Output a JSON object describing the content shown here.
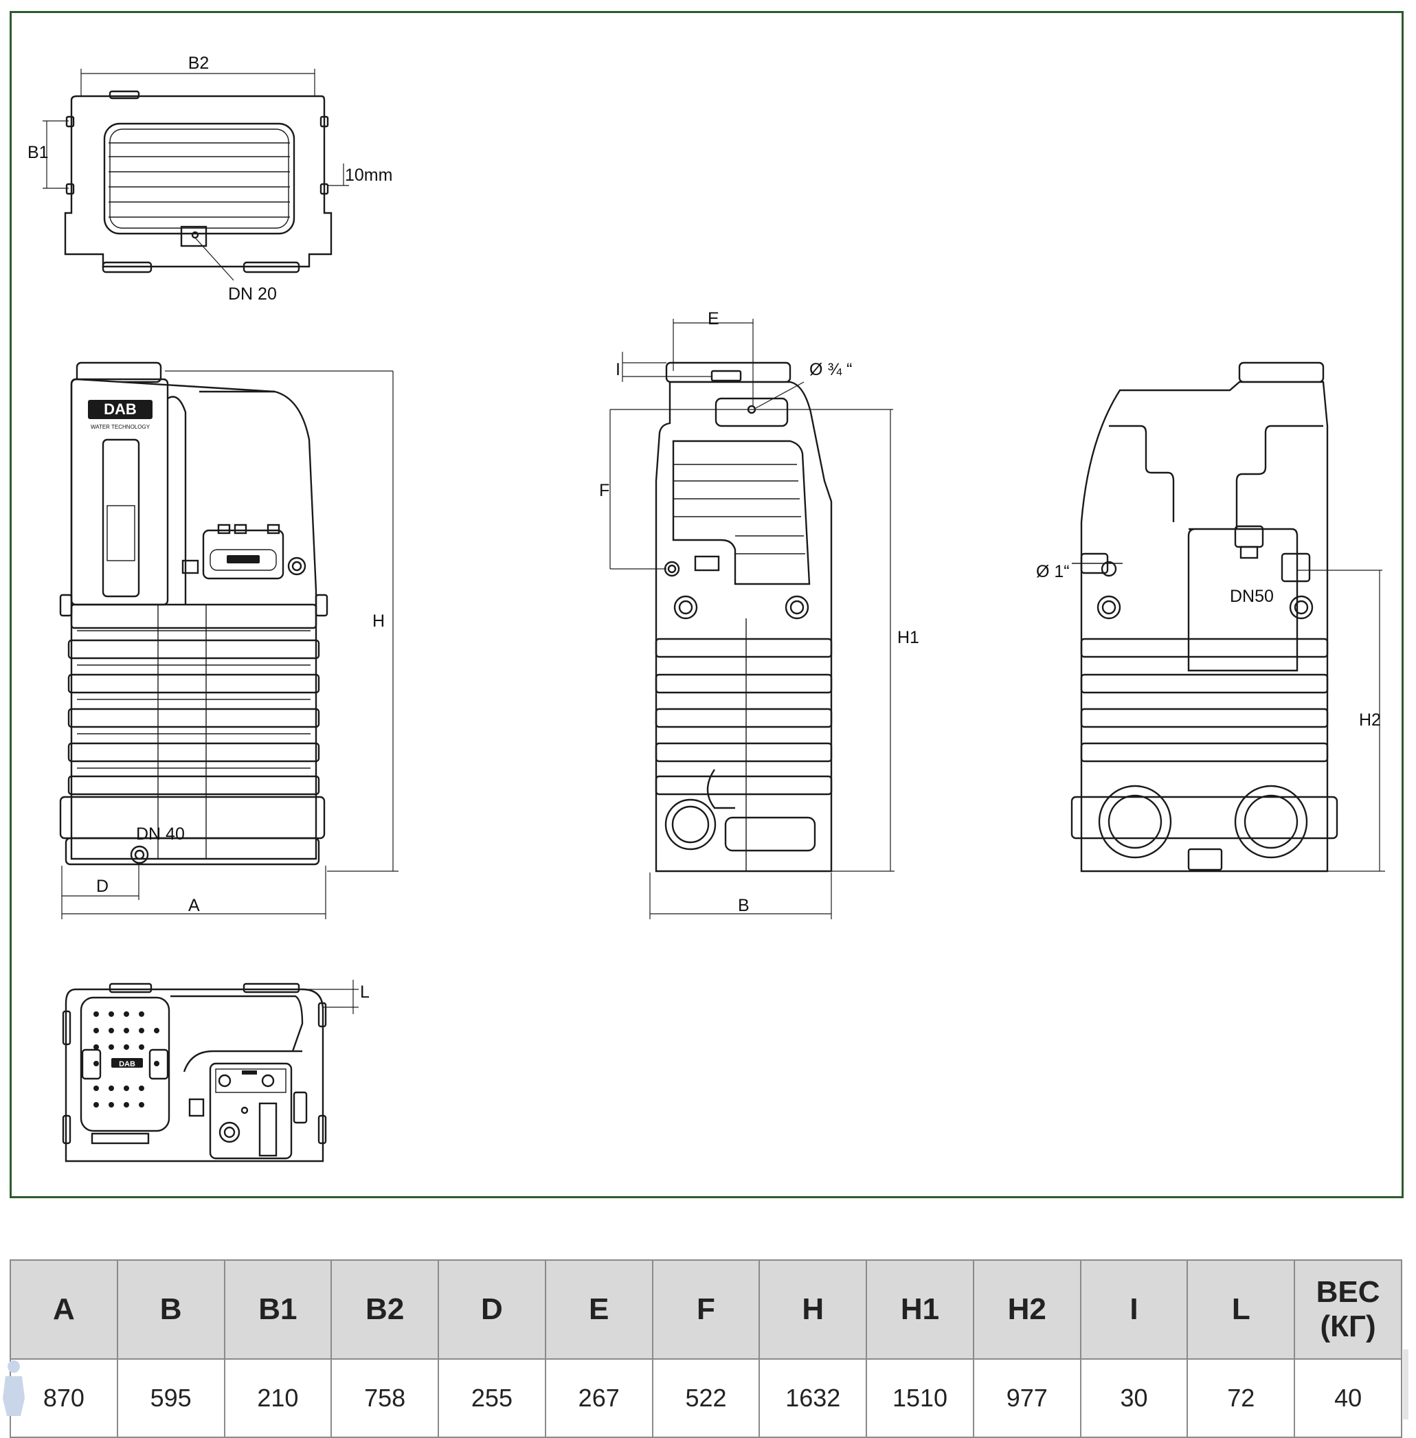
{
  "drawing": {
    "top_view": {
      "dim_width": "B2",
      "dim_side": "B1",
      "dim_gap": "10mm",
      "outlet": "DN 20"
    },
    "front_view": {
      "logo": "DAB",
      "logo_sub": "WATER TECHNOLOGY",
      "dim_height": "H",
      "dim_width": "A",
      "dim_offset": "D",
      "inlet": "DN 40"
    },
    "side_view": {
      "dim_top": "E",
      "dim_i": "I",
      "dim_f": "F",
      "dim_height": "H1",
      "dim_width": "B",
      "fitting": "Ø ¾ “"
    },
    "back_view": {
      "fitting": "Ø 1“",
      "outlet": "DN50",
      "dim_height": "H2"
    },
    "bottom_view": {
      "dim_l": "L",
      "logo": "DAB"
    }
  },
  "table": {
    "headers": [
      "A",
      "B",
      "B1",
      "B2",
      "D",
      "E",
      "F",
      "H",
      "H1",
      "H2",
      "I",
      "L",
      [
        "ВЕС",
        "(КГ)"
      ]
    ],
    "values": [
      "870",
      "595",
      "210",
      "758",
      "255",
      "267",
      "522",
      "1632",
      "1510",
      "977",
      "30",
      "72",
      "40"
    ]
  }
}
